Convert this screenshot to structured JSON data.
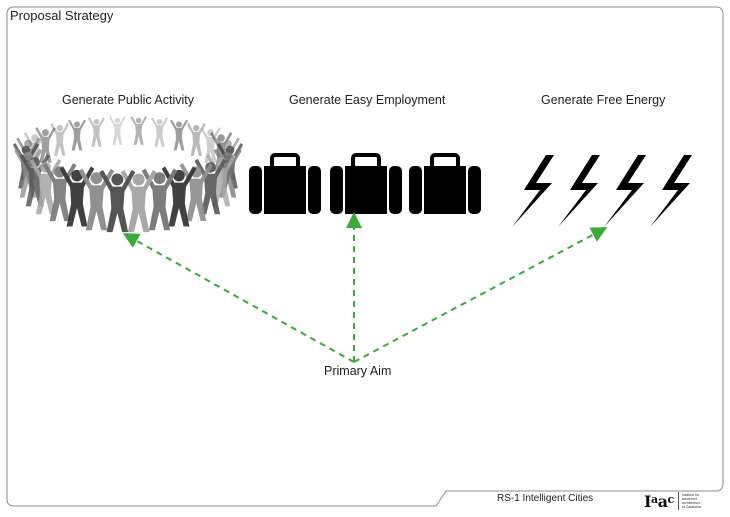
{
  "page": {
    "title": "Proposal Strategy",
    "footer": "RS-1 Intelligent Cities",
    "logo": {
      "mark": "Iaac",
      "subtitle_lines": [
        "Institute for",
        "advanced",
        "architecture",
        "of Catalonia"
      ]
    }
  },
  "diagram": {
    "goals": [
      {
        "label": "Generate Public Activity",
        "icon": "people-circle-icon",
        "count": 1
      },
      {
        "label": "Generate Easy Employment",
        "icon": "briefcase-icon",
        "count": 3
      },
      {
        "label": "Generate Free Energy",
        "icon": "lightning-bolt-icon",
        "count": 4
      }
    ],
    "center": {
      "label": "Primary Aim"
    },
    "arrow_color": "#3aaa3a",
    "edges": [
      {
        "from": "Primary Aim",
        "to": "Generate Public Activity",
        "style": "dashed"
      },
      {
        "from": "Primary Aim",
        "to": "Generate Easy Employment",
        "style": "dashed"
      },
      {
        "from": "Primary Aim",
        "to": "Generate Free Energy",
        "style": "dashed"
      }
    ]
  }
}
